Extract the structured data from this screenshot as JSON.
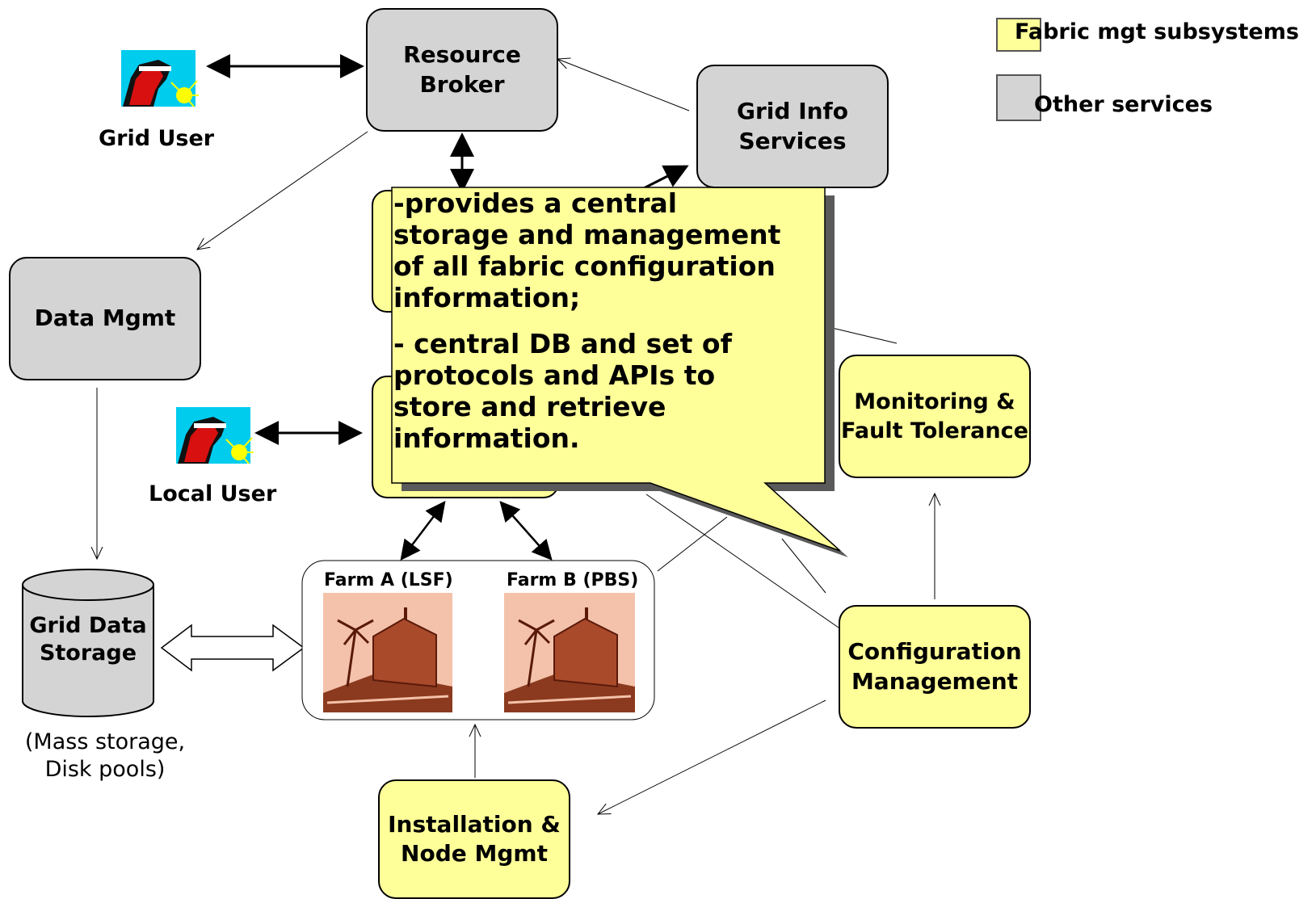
{
  "legend": {
    "fabric_label": "Fabric mgt subsystems",
    "other_label": "Other services",
    "fabric_color": "#ffff99",
    "other_color": "#d4d4d4"
  },
  "nodes": {
    "resource_broker": "Resource\nBroker",
    "grid_info": "Grid Info\nServices",
    "data_mgmt": "Data Mgmt",
    "monitoring": "Monitoring &\nFault Tolerance",
    "configuration": "Configuration\nManagement",
    "installation": "Installation &\nNode Mgmt",
    "grid_data_storage": "Grid Data\nStorage"
  },
  "users": {
    "grid_user": "Grid User",
    "local_user": "Local User"
  },
  "farms": {
    "farm_a": "Farm A (LSF)",
    "farm_b": "Farm B (PBS)"
  },
  "storage_note": "(Mass storage,\nDisk pools)",
  "callout": {
    "paragraph_1": "-provides a central storage and management of all fabric configuration information;",
    "paragraph_2": "- central DB and set of protocols and APIs to store and retrieve information."
  }
}
